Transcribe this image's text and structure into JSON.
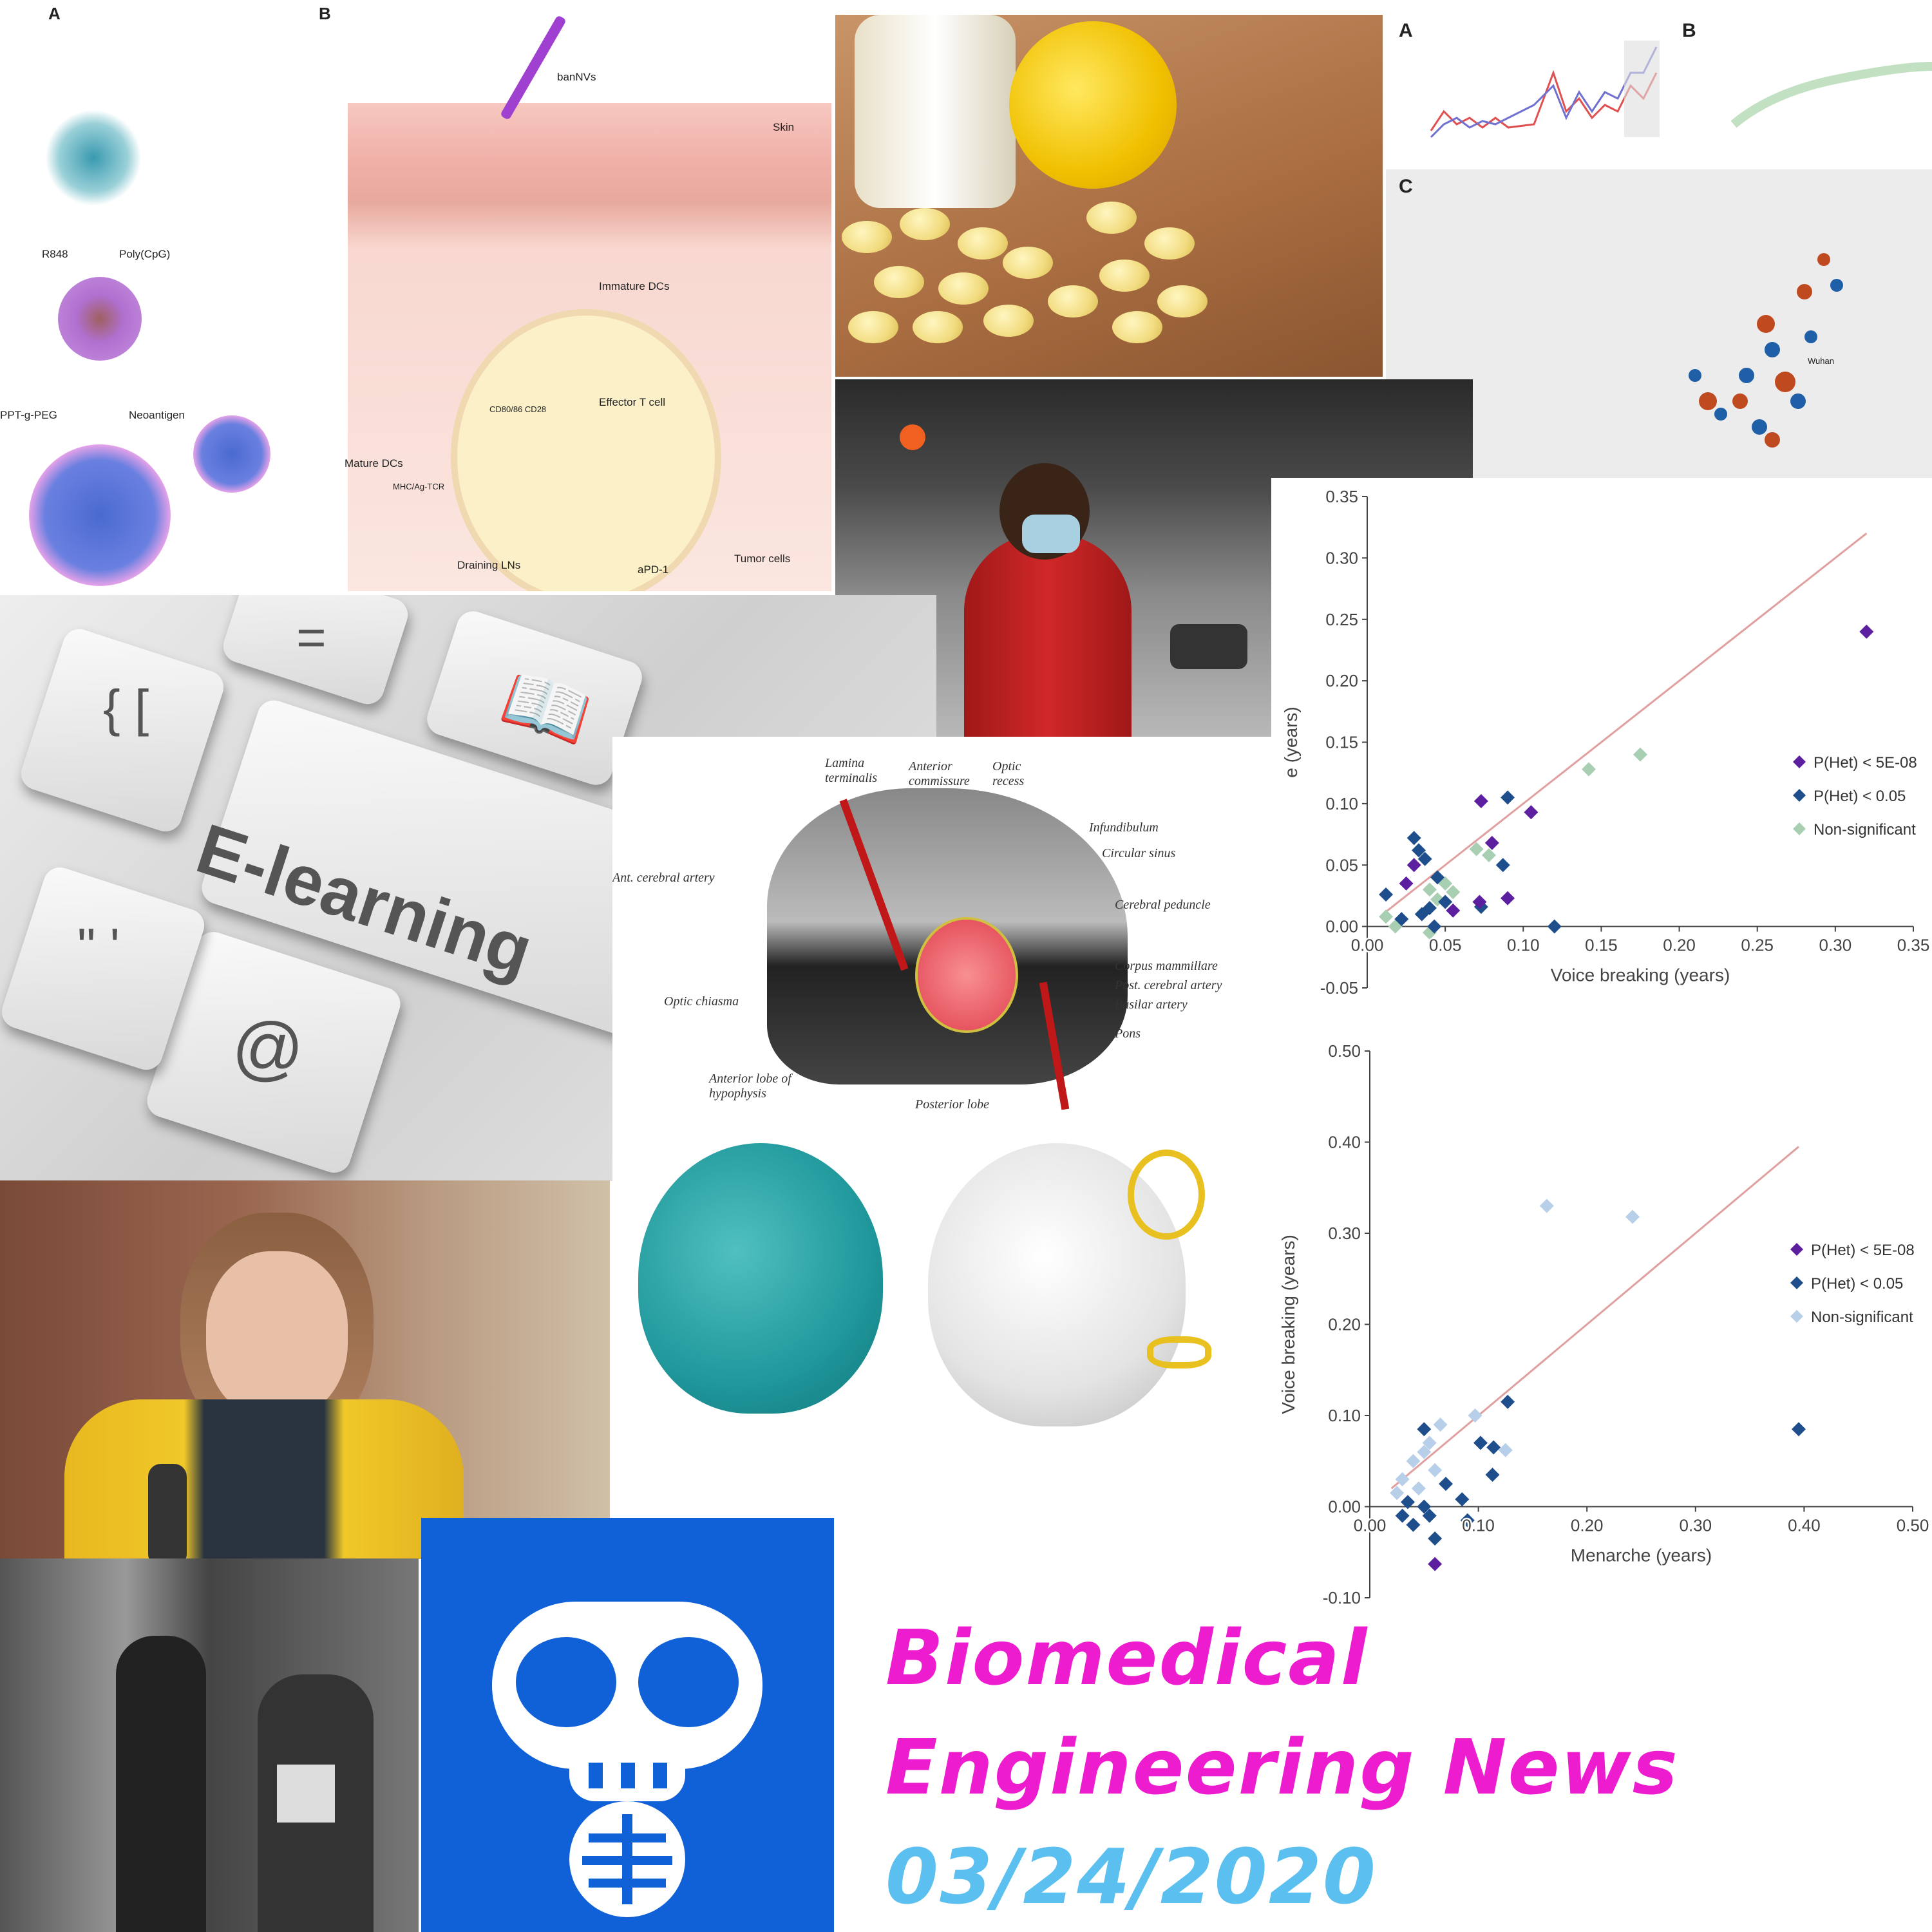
{
  "diagram": {
    "panel_a": "A",
    "panel_b": "B",
    "labels": {
      "r848": "R848",
      "poly": "Poly(CpG)",
      "ppt": "PPT-g-PEG",
      "neoantigen": "Neoantigen",
      "vaccine": "banNVs",
      "skin": "Skin",
      "immature": "Immature DCs",
      "effector": "Effector T cell",
      "mature": "Mature DCs",
      "costim": "CD80/86 CD28",
      "mhc": "MHC/Ag-TCR",
      "draining": "Draining LNs",
      "apd1": "aPD-1",
      "tumor": "Tumor cells"
    }
  },
  "china_figure": {
    "panel_a": "A",
    "panel_b": "B",
    "panel_c": "C",
    "city": "Wuhan"
  },
  "keyboard": {
    "main_key": "E-learning",
    "at_key": "@",
    "brace_key": "{ [",
    "quote_key": "\" '",
    "equals_key": "="
  },
  "brain": {
    "labels": [
      "Lamina terminalis",
      "Anterior commissure",
      "Optic recess",
      "Infundibulum",
      "Circular sinus",
      "Ant. cerebral artery",
      "Cerebral peduncle",
      "Corpus mammillare",
      "Post. cerebral artery",
      "Basilar artery",
      "Pons",
      "Optic chiasma",
      "Anterior lobe of hypophysis",
      "Posterior lobe"
    ]
  },
  "title": {
    "line1": "Biomedical",
    "line2": "Engineering News",
    "date": "03/24/2020",
    "color": "#ee1ccf",
    "date_color": "#5bc0f0"
  },
  "chart_data": [
    {
      "type": "scatter",
      "xlabel": "Voice breaking (years)",
      "ylabel": "e (years)",
      "xlim": [
        0,
        0.35
      ],
      "ylim": [
        -0.05,
        0.35
      ],
      "xticks": [
        "0.00",
        "0.05",
        "0.10",
        "0.15",
        "0.20",
        "0.25",
        "0.30",
        "0.35"
      ],
      "yticks": [
        "-0.05",
        "0.00",
        "0.05",
        "0.10",
        "0.15",
        "0.20",
        "0.25",
        "0.30",
        "0.35"
      ],
      "legend_position": "right",
      "fit_line": [
        [
          0.01,
          0.01
        ],
        [
          0.32,
          0.32
        ]
      ],
      "series": [
        {
          "name": "P(Het) < 5E-08",
          "color": "#5b1fa0",
          "points": [
            [
              0.32,
              0.24
            ],
            [
              0.073,
              0.102
            ],
            [
              0.105,
              0.093
            ],
            [
              0.08,
              0.068
            ],
            [
              0.09,
              0.023
            ],
            [
              0.072,
              0.02
            ],
            [
              0.03,
              0.05
            ],
            [
              0.025,
              0.035
            ],
            [
              0.055,
              0.013
            ]
          ]
        },
        {
          "name": "P(Het) < 0.05",
          "color": "#1f4e8c",
          "points": [
            [
              0.09,
              0.105
            ],
            [
              0.03,
              0.072
            ],
            [
              0.033,
              0.062
            ],
            [
              0.012,
              0.026
            ],
            [
              0.087,
              0.05
            ],
            [
              0.12,
              0
            ],
            [
              0.035,
              0.01
            ],
            [
              0.04,
              0.015
            ],
            [
              0.022,
              0.006
            ],
            [
              0.05,
              0.02
            ],
            [
              0.043,
              0
            ],
            [
              0.037,
              0.055
            ],
            [
              0.045,
              0.04
            ],
            [
              0.073,
              0.016
            ]
          ]
        },
        {
          "name": "Non-significant",
          "color": "#a9cfb2",
          "points": [
            [
              0.175,
              0.14
            ],
            [
              0.142,
              0.128
            ],
            [
              0.07,
              0.063
            ],
            [
              0.078,
              0.058
            ],
            [
              0.012,
              0.008
            ],
            [
              0.018,
              0
            ],
            [
              0.04,
              -0.005
            ],
            [
              0.04,
              0.03
            ],
            [
              0.05,
              0.035
            ],
            [
              0.055,
              0.028
            ],
            [
              0.045,
              0.022
            ]
          ]
        }
      ]
    },
    {
      "type": "scatter",
      "xlabel": "Menarche (years)",
      "ylabel": "Voice breaking (years)",
      "xlim": [
        0,
        0.5
      ],
      "ylim": [
        -0.1,
        0.5
      ],
      "xticks": [
        "0.00",
        "0.10",
        "0.20",
        "0.30",
        "0.40",
        "0.50"
      ],
      "yticks": [
        "-0.10",
        "0.00",
        "0.10",
        "0.20",
        "0.30",
        "0.40",
        "0.50"
      ],
      "legend_position": "right",
      "fit_line": [
        [
          0.02,
          0.02
        ],
        [
          0.395,
          0.395
        ]
      ],
      "series": [
        {
          "name": "P(Het) < 5E-08",
          "color": "#5b1fa0",
          "points": [
            [
              0.06,
              -0.063
            ]
          ]
        },
        {
          "name": "P(Het) < 0.05",
          "color": "#1f4e8c",
          "points": [
            [
              0.395,
              0.085
            ],
            [
              0.127,
              0.115
            ],
            [
              0.05,
              0.085
            ],
            [
              0.102,
              0.07
            ],
            [
              0.114,
              0.065
            ],
            [
              0.113,
              0.035
            ],
            [
              0.085,
              0.008
            ],
            [
              0.09,
              -0.015
            ],
            [
              0.07,
              0.025
            ],
            [
              0.06,
              -0.035
            ],
            [
              0.03,
              -0.01
            ],
            [
              0.04,
              -0.02
            ],
            [
              0.05,
              0
            ],
            [
              0.035,
              0.005
            ],
            [
              0.055,
              -0.01
            ]
          ]
        },
        {
          "name": "Non-significant",
          "color": "#b7cfe8",
          "points": [
            [
              0.163,
              0.33
            ],
            [
              0.242,
              0.318
            ],
            [
              0.097,
              0.1
            ],
            [
              0.125,
              0.062
            ],
            [
              0.065,
              0.09
            ],
            [
              0.04,
              0.05
            ],
            [
              0.05,
              0.06
            ],
            [
              0.03,
              0.03
            ],
            [
              0.06,
              0.04
            ],
            [
              0.025,
              0.015
            ],
            [
              0.045,
              0.02
            ],
            [
              0.055,
              0.07
            ]
          ]
        }
      ]
    }
  ]
}
